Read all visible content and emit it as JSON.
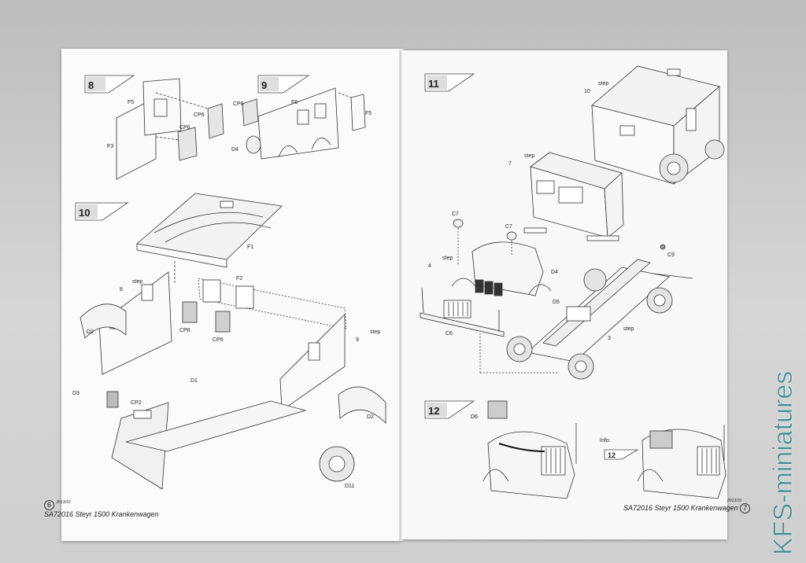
{
  "left_page": {
    "steps": [
      {
        "number": "8",
        "labels": [
          "F5",
          "F3",
          "CP6",
          "CP6"
        ]
      },
      {
        "number": "9",
        "labels": [
          "CP6",
          "F6",
          "D4",
          "F5"
        ]
      },
      {
        "number": "10",
        "labels": [
          "F1",
          "F2",
          "step",
          "8",
          "D2",
          "CP6",
          "CP6",
          "step",
          "9",
          "D3",
          "CP2",
          "D1",
          "D2",
          "D11"
        ]
      }
    ],
    "footer": {
      "page_number": "6",
      "date": "2013/10",
      "title": "SA72016  Steyr 1500 Krankenwagen"
    }
  },
  "right_page": {
    "steps": [
      {
        "number": "11",
        "labels": [
          "step",
          "10",
          "step",
          "7",
          "C7",
          "C7",
          "step",
          "4",
          "D4",
          "D5",
          "C6",
          "C9",
          "step",
          "3"
        ]
      },
      {
        "number": "12",
        "labels": [
          "D6",
          "Info:",
          "12"
        ]
      }
    ],
    "footer": {
      "page_number": "7",
      "date": "2013/10",
      "title": "SA72016  Steyr 1500 Krankenwagen"
    }
  },
  "watermark": "KFS-miniatures"
}
